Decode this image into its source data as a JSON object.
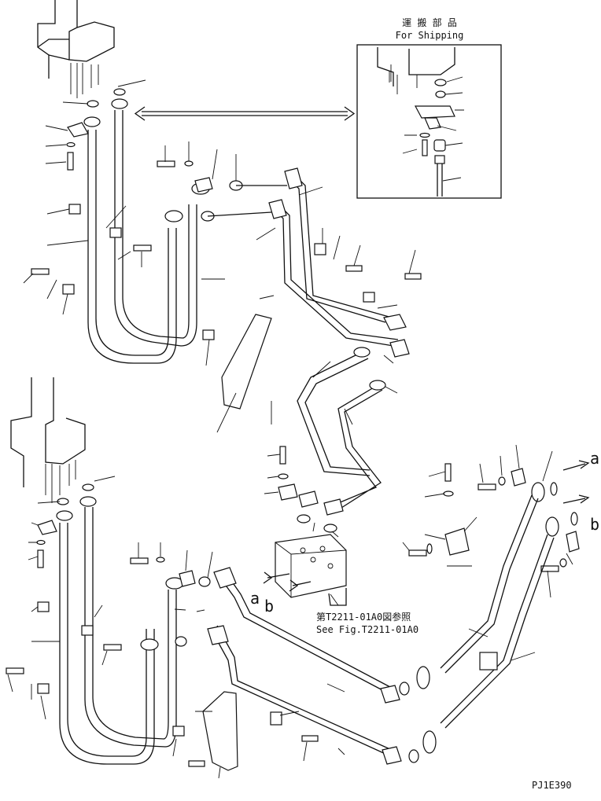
{
  "inset": {
    "title_jp": "運 搬 部 品",
    "title_en": "For Shipping"
  },
  "references": {
    "arrow_a": "a",
    "arrow_b": "b",
    "valve_a": "a",
    "valve_b": "b",
    "see_fig_jp": "第T2211-01A0図参照",
    "see_fig_en": "See Fig.T2211-01A0"
  },
  "figure_code": "PJ1E390"
}
